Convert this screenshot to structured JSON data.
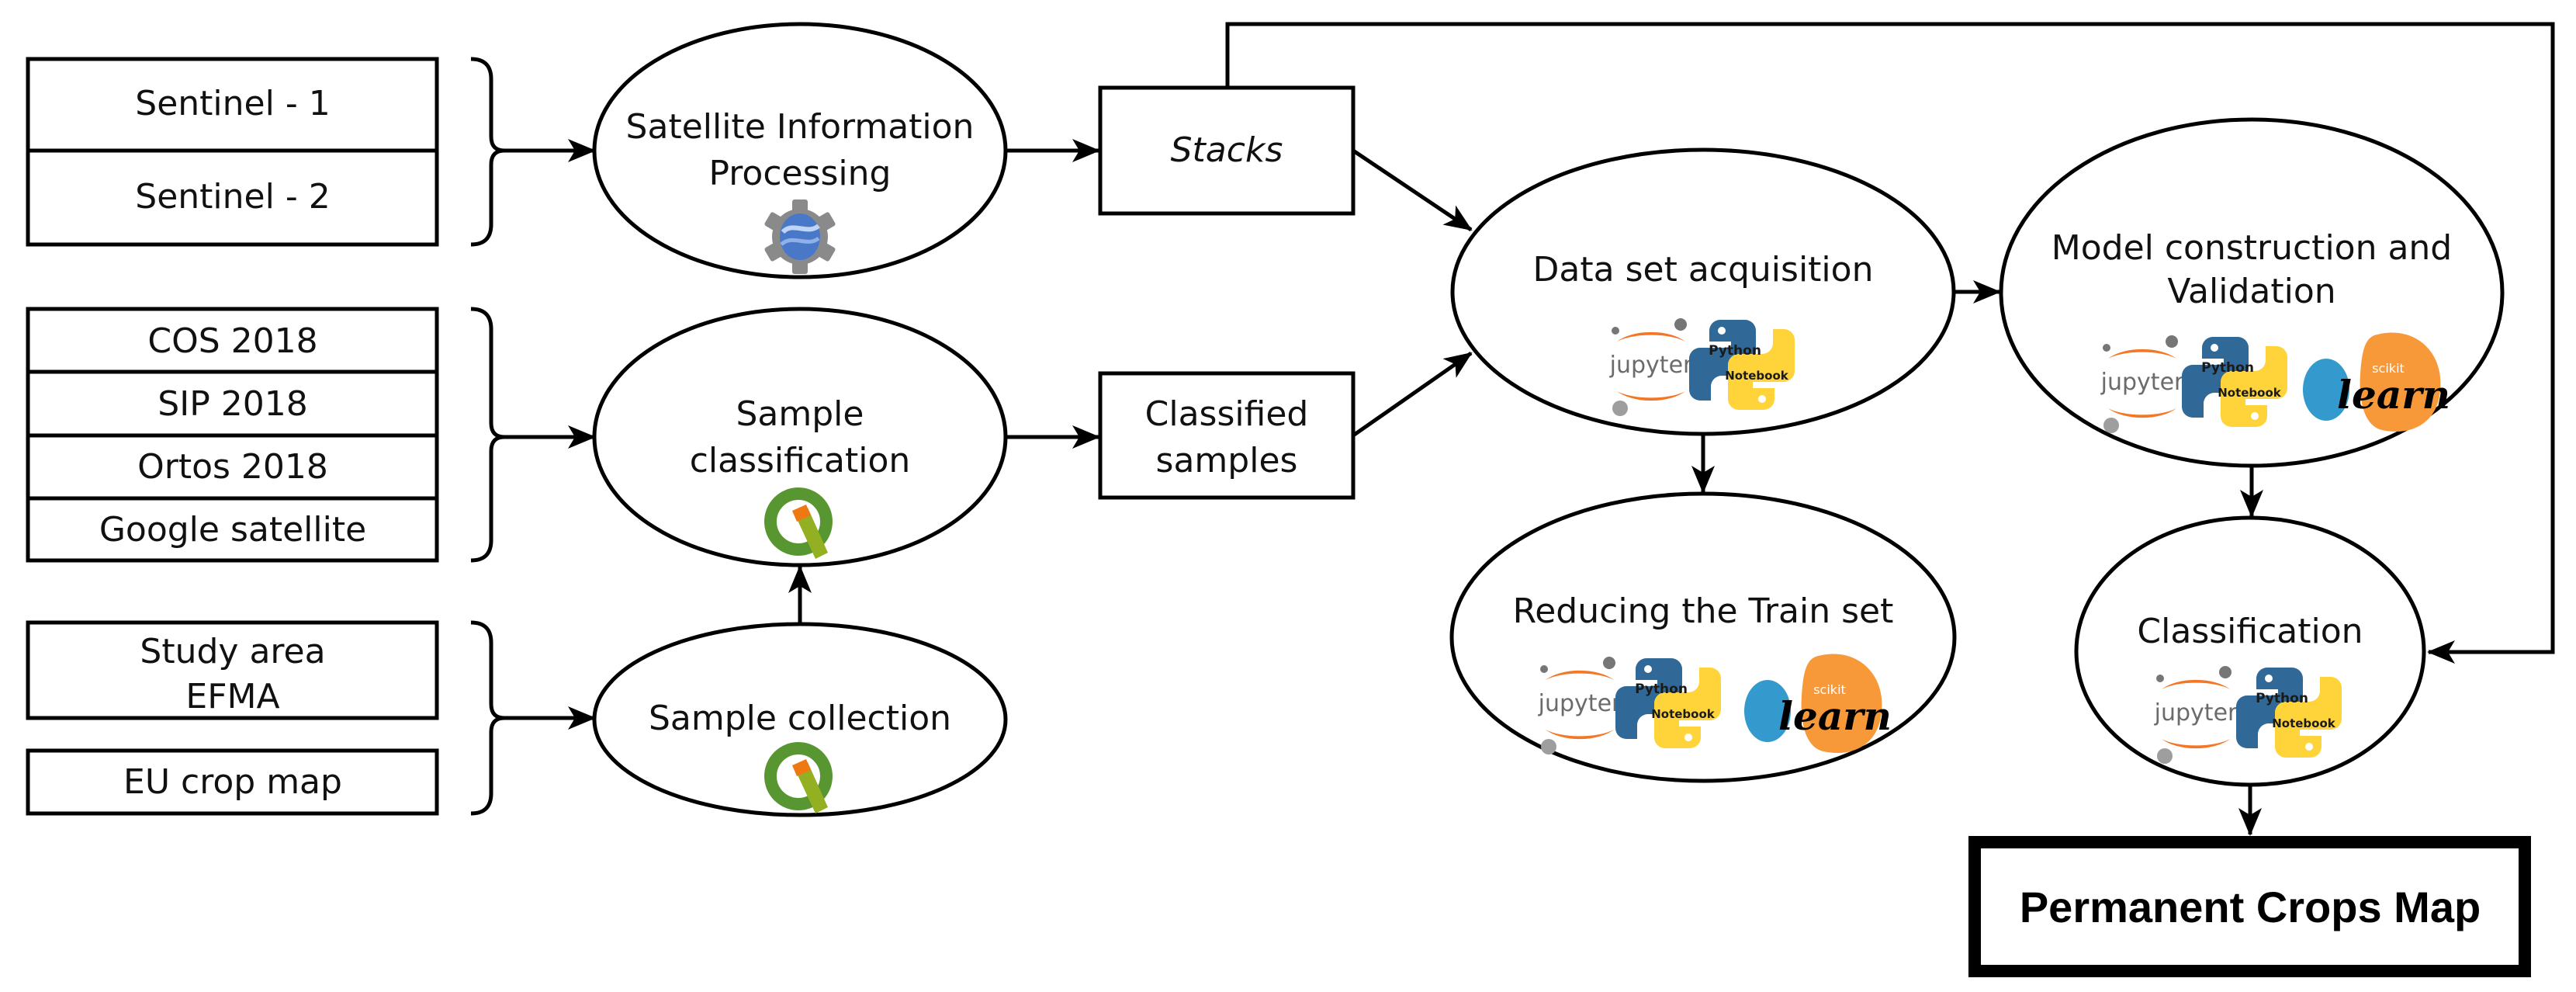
{
  "title": "Permanent crops mapping workflow",
  "inputs": {
    "satellite_group": [
      "Sentinel - 1",
      "Sentinel - 2"
    ],
    "reference_group": [
      "COS 2018",
      "SIP 2018",
      "Ortos 2018",
      "Google satellite"
    ],
    "area_group": [
      "Study area\nEFMA",
      "EU crop map"
    ]
  },
  "processes": {
    "satellite_processing": {
      "label": [
        "Satellite Information",
        "Processing"
      ],
      "tools": [
        "google-earth-engine"
      ]
    },
    "sample_classification": {
      "label": [
        "Sample",
        "classification"
      ],
      "tools": [
        "qgis"
      ]
    },
    "sample_collection": {
      "label": [
        "Sample collection"
      ],
      "tools": [
        "qgis"
      ]
    },
    "dataset_acquisition": {
      "label": [
        "Data set acquisition"
      ],
      "tools": [
        "jupyter",
        "python-notebook"
      ]
    },
    "reducing_train_set": {
      "label": [
        "Reducing the Train set"
      ],
      "tools": [
        "jupyter",
        "python-notebook",
        "scikit-learn"
      ]
    },
    "model_construction": {
      "label": [
        "Model construction and",
        "Validation"
      ],
      "tools": [
        "jupyter",
        "python-notebook",
        "scikit-learn"
      ]
    },
    "classification": {
      "label": [
        "Classification"
      ],
      "tools": [
        "jupyter",
        "python-notebook"
      ]
    }
  },
  "outputs": {
    "stacks": "Stacks",
    "classified_samples": [
      "Classified",
      "samples"
    ],
    "final_map": "Permanent Crops Map"
  },
  "logos": {
    "jupyter": "jupyter",
    "python_top": "Python",
    "python_bottom": "Notebook",
    "sklearn_top": "scikit",
    "sklearn_bottom": "learn"
  },
  "edges": [
    {
      "from": "satellite_group",
      "to": "satellite_processing"
    },
    {
      "from": "satellite_processing",
      "to": "stacks"
    },
    {
      "from": "stacks",
      "to": "dataset_acquisition"
    },
    {
      "from": "stacks",
      "to": "classification"
    },
    {
      "from": "reference_group",
      "to": "sample_classification"
    },
    {
      "from": "sample_classification",
      "to": "classified_samples"
    },
    {
      "from": "classified_samples",
      "to": "dataset_acquisition"
    },
    {
      "from": "area_group",
      "to": "sample_collection"
    },
    {
      "from": "sample_collection",
      "to": "sample_classification"
    },
    {
      "from": "dataset_acquisition",
      "to": "model_construction"
    },
    {
      "from": "dataset_acquisition",
      "to": "reducing_train_set"
    },
    {
      "from": "model_construction",
      "to": "classification"
    },
    {
      "from": "classification",
      "to": "final_map"
    }
  ],
  "colors": {
    "jupyter_orange": "#F37726",
    "jupyter_gray": "#9E9E9E",
    "python_blue": "#306998",
    "python_yellow": "#FFD43B",
    "sklearn_orange": "#F89939",
    "sklearn_blue": "#3499CD",
    "qgis_green": "#589632",
    "qgis_lime": "#93B023",
    "qgis_orange": "#EE7913",
    "gee_gray": "#8A8A8A",
    "gee_blue": "#4A78C8"
  }
}
